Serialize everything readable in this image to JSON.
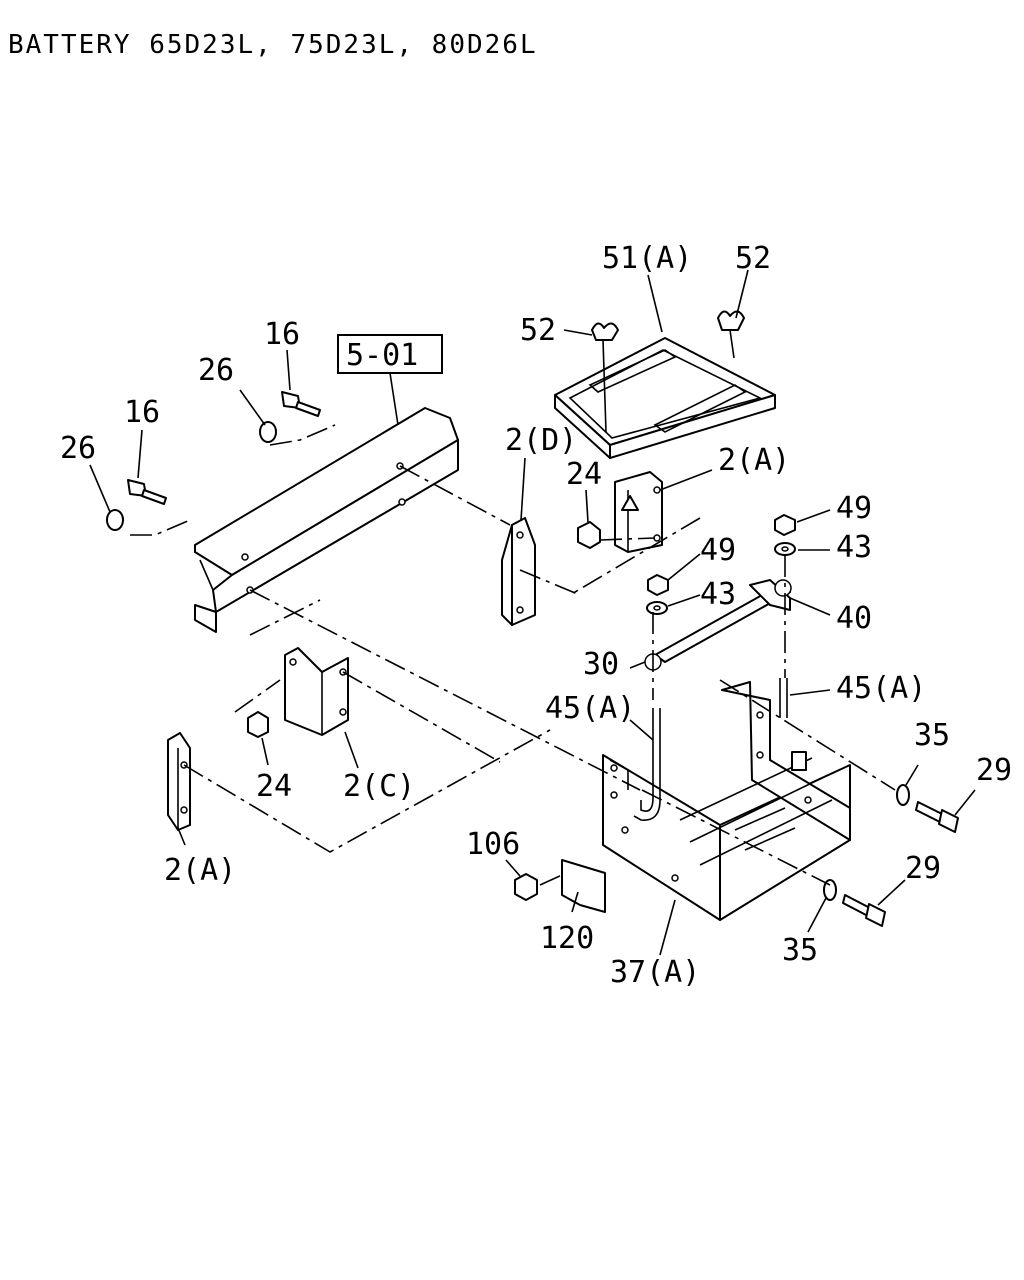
{
  "title": "BATTERY 65D23L, 75D23L, 80D26L",
  "reference_box": "5-01",
  "labels": {
    "l51a": "51(A)",
    "l52_right": "52",
    "l52_left": "52",
    "l16_upper": "16",
    "l26_upper": "26",
    "l16_lower": "16",
    "l26_lower": "26",
    "l2d": "2(D)",
    "l24_upper": "24",
    "l2a_upper": "2(A)",
    "l49_upper": "49",
    "l43_upper": "43",
    "l49_lower": "49",
    "l43_lower": "43",
    "l40": "40",
    "l30": "30",
    "l45a_right": "45(A)",
    "l45a_left": "45(A)",
    "l35_upper": "35",
    "l29_upper": "29",
    "l24_lower": "24",
    "l2c": "2(C)",
    "l2a_lower": "2(A)",
    "l106": "106",
    "l120": "120",
    "l37a": "37(A)",
    "l35_lower": "35",
    "l29_lower": "29"
  }
}
